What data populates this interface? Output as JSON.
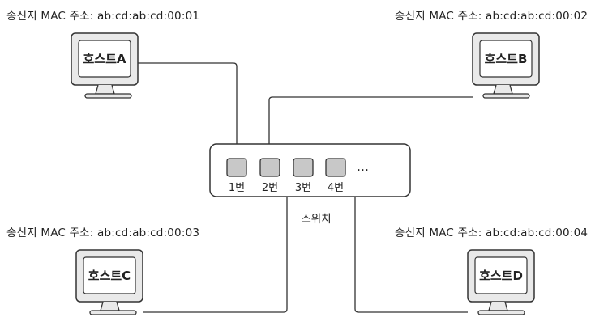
{
  "hosts": [
    {
      "name": "호스트A",
      "mac": "송신지 MAC 주소: ab:cd:ab:cd:00:01"
    },
    {
      "name": "호스트B",
      "mac": "송신지 MAC 주소: ab:cd:ab:cd:00:02"
    },
    {
      "name": "호스트C",
      "mac": "송신지 MAC 주소: ab:cd:ab:cd:00:03"
    },
    {
      "name": "호스트D",
      "mac": "송신지 MAC 주소: ab:cd:ab:cd:00:04"
    }
  ],
  "switch": {
    "label": "스위치",
    "ports": [
      "1번",
      "2번",
      "3번",
      "4번"
    ],
    "more": "…"
  }
}
